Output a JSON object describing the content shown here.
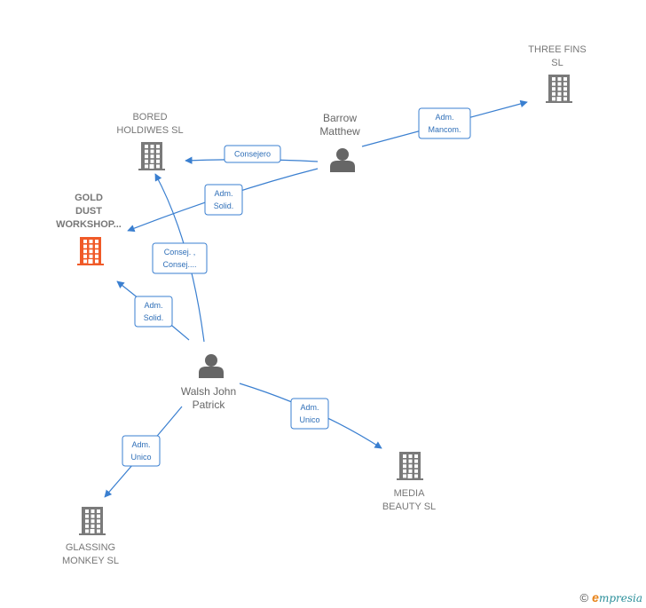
{
  "colors": {
    "edge": "#3a7fd0",
    "company": "#7a7a7a",
    "company_highlight": "#f05a28",
    "person": "#666666"
  },
  "nodes": {
    "three_fins": {
      "type": "company",
      "label": [
        "THREE FINS",
        "SL"
      ],
      "icon": "building-icon"
    },
    "bored_holdiwes": {
      "type": "company",
      "label": [
        "BORED",
        "HOLDIWES  SL"
      ],
      "icon": "building-icon"
    },
    "gold_dust": {
      "type": "company",
      "highlight": true,
      "label": [
        "GOLD",
        "DUST",
        "WORKSHOP..."
      ],
      "icon": "building-icon"
    },
    "barrow_matthew": {
      "type": "person",
      "label": [
        "Barrow",
        "Matthew"
      ],
      "icon": "person-icon"
    },
    "walsh_john": {
      "type": "person",
      "label": [
        "Walsh John",
        "Patrick"
      ],
      "icon": "person-icon"
    },
    "media_beauty": {
      "type": "company",
      "label": [
        "MEDIA",
        "BEAUTY SL"
      ],
      "icon": "building-icon"
    },
    "glassing_monkey": {
      "type": "company",
      "label": [
        "GLASSING",
        "MONKEY  SL"
      ],
      "icon": "building-icon"
    }
  },
  "edges": [
    {
      "id": "barrow-threefins",
      "from": "barrow_matthew",
      "to": "three_fins",
      "label": [
        "Adm.",
        "Mancom."
      ]
    },
    {
      "id": "barrow-bored",
      "from": "barrow_matthew",
      "to": "bored_holdiwes",
      "label": [
        "Consejero"
      ]
    },
    {
      "id": "barrow-gold",
      "from": "barrow_matthew",
      "to": "gold_dust",
      "label": [
        "Adm.",
        "Solid."
      ]
    },
    {
      "id": "walsh-bored",
      "from": "walsh_john",
      "to": "bored_holdiwes",
      "label": [
        "Consej. ,",
        "Consej...."
      ]
    },
    {
      "id": "walsh-gold",
      "from": "walsh_john",
      "to": "gold_dust",
      "label": [
        "Adm.",
        "Solid."
      ]
    },
    {
      "id": "walsh-media",
      "from": "walsh_john",
      "to": "media_beauty",
      "label": [
        "Adm.",
        "Unico"
      ]
    },
    {
      "id": "walsh-glassing",
      "from": "walsh_john",
      "to": "glassing_monkey",
      "label": [
        "Adm.",
        "Unico"
      ]
    }
  ],
  "footer": {
    "copyright": "©",
    "brand_initial": "e",
    "brand_rest": "mpresia"
  }
}
